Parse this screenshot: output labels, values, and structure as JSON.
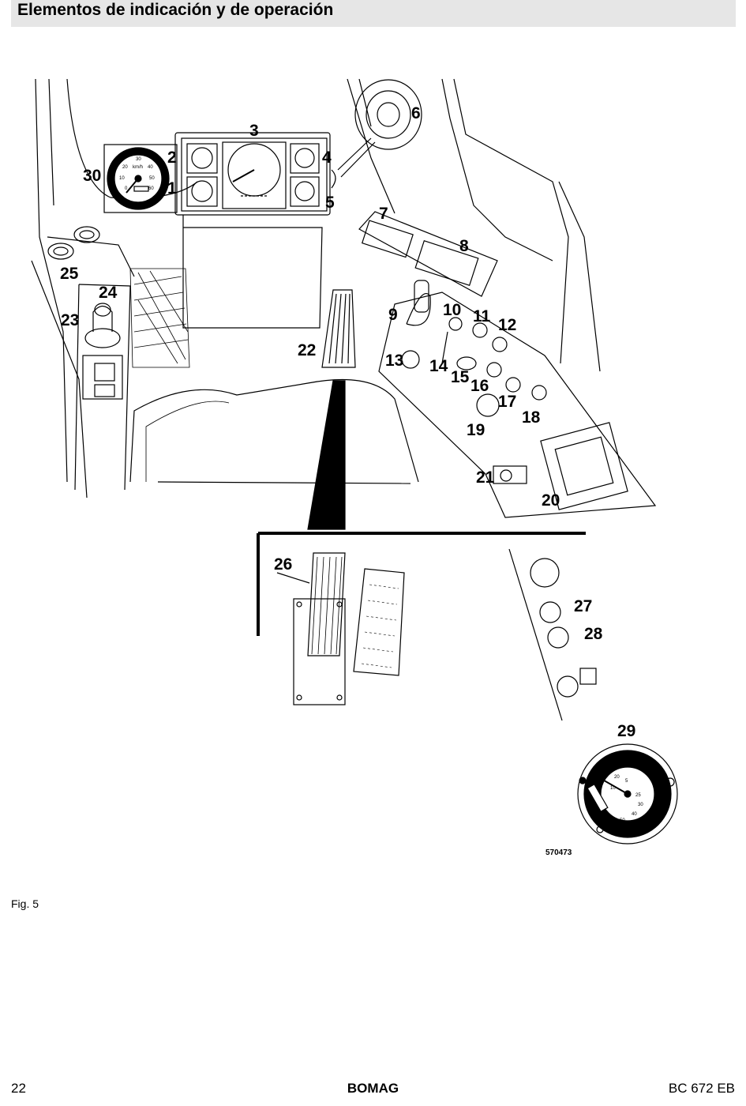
{
  "header": {
    "title": "Elementos de indicación y de operación"
  },
  "figure": {
    "code": "570473",
    "callouts": [
      "1",
      "2",
      "3",
      "4",
      "5",
      "6",
      "7",
      "8",
      "9",
      "10",
      "11",
      "12",
      "13",
      "14",
      "15",
      "16",
      "17",
      "18",
      "19",
      "20",
      "21",
      "22",
      "23",
      "24",
      "25",
      "26",
      "27",
      "28",
      "29",
      "30"
    ],
    "tachograph_scale": [
      "20",
      "30",
      "40",
      "50",
      "60",
      "10",
      "0"
    ],
    "tachograph_unit": "km/h",
    "speedometer_scale": [
      "20",
      "10",
      "5",
      "25",
      "30",
      "40",
      "50",
      "60"
    ]
  },
  "caption": {
    "label": "Fig. 5"
  },
  "footer": {
    "page_number": "22",
    "brand": "BOMAG",
    "model": "BC 672 EB"
  }
}
